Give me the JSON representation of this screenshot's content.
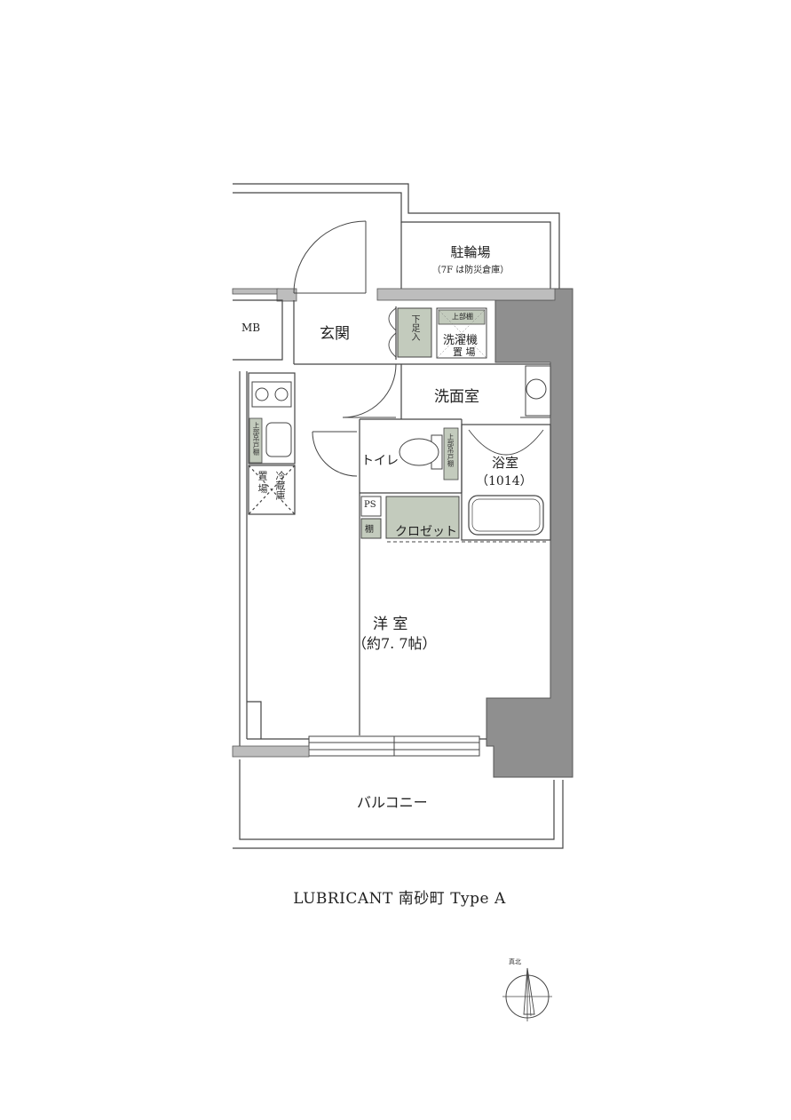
{
  "rooms": {
    "bicycle_parking": "駐輪場",
    "bicycle_parking_note": "（7F は防災倉庫）",
    "mb": "MB",
    "entrance": "玄関",
    "shoe_box": "下足入",
    "washer_shelf": "上部棚",
    "washer_space_1": "洗濯機",
    "washer_space_2": "置 場",
    "washroom": "洗面室",
    "toilet": "トイレ",
    "upper_cabinet_toilet": "上部吊戸棚",
    "upper_cabinet_kitchen": "上部吊戸棚",
    "bath": "浴室",
    "bath_size": "（1014）",
    "fridge_1": "冷蔵庫",
    "fridge_2": "置 場",
    "ps": "PS",
    "shelf": "棚",
    "closet": "クロゼット",
    "western_room": "洋 室",
    "western_room_size": "（約7. 7帖）",
    "balcony": "バルコニー"
  },
  "caption": "LUBRICANT 南砂町 Type A",
  "compass": {
    "label": "真北"
  },
  "colors": {
    "wall": "#8f8f8f",
    "wall_edge": "#555555",
    "storage": "#c3cbbd",
    "line": "#333333"
  }
}
